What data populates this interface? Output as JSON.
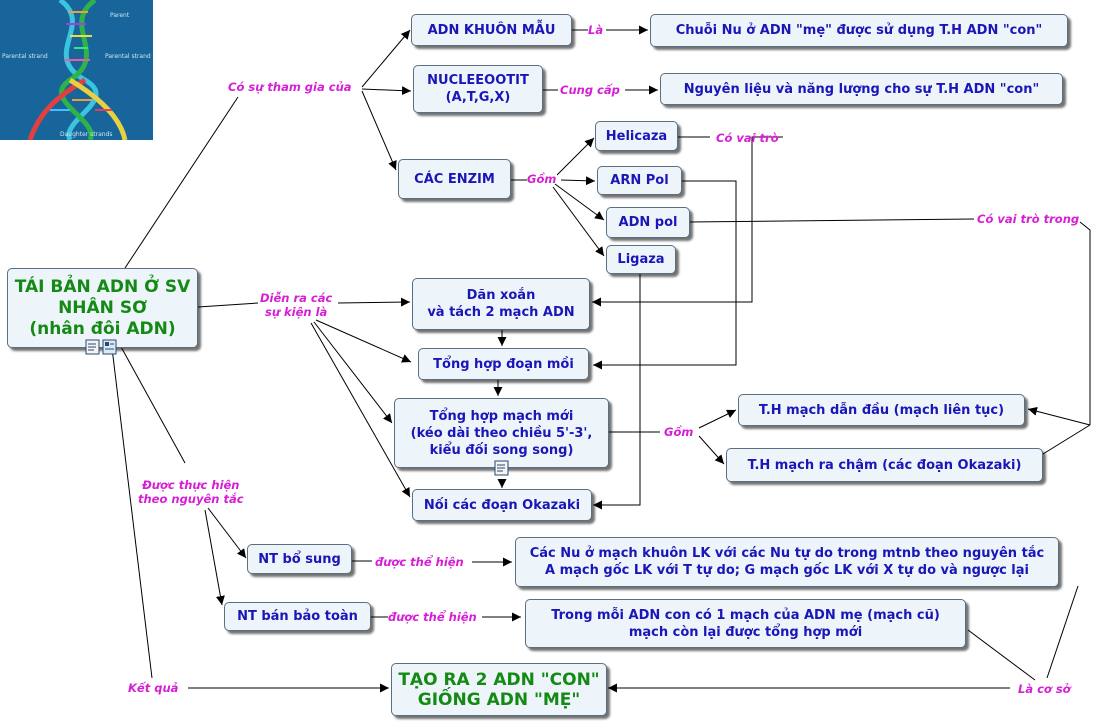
{
  "nodes": {
    "root": "TÁI BẢN ADN Ở SV\nNHÂN SƠ\n(nhân đôi ADN)",
    "template": "ADN KHUÔN MẪU",
    "template_def": "Chuỗi Nu ở ADN \"mẹ\" được sử dụng T.H ADN \"con\"",
    "nucleotide": "NUCLEEOOTIT\n(A,T,G,X)",
    "nucleotide_def": "Nguyên liệu và năng lượng cho sự T.H ADN \"con\"",
    "enzymes": "CÁC ENZIM",
    "helicase": "Helicaza",
    "rna_pol": "ARN Pol",
    "dna_pol": "ADN pol",
    "ligase": "Ligaza",
    "unwind": "Dãn xoắn\nvà tách 2 mạch ADN",
    "primer": "Tổng hợp đoạn mồi",
    "new_strand": "Tổng hợp mạch mới\n(kéo dài theo chiều 5'-3',\nkiểu đối song song)",
    "okazaki_join": "Nối các đoạn Okazaki",
    "leading": "T.H mạch dẫn đầu (mạch liên tục)",
    "lagging": "T.H mạch ra chậm (các đoạn Okazaki)",
    "complementary": "NT bổ sung",
    "complementary_def": "Các Nu ở mạch khuôn LK với các Nu tự do trong mtnb theo nguyên tắc\nA mạch gốc LK với T tự do; G mạch gốc LK với X tự do và ngược lại",
    "semiconservative": "NT bán bảo toàn",
    "semiconservative_def": "Trong mỗi ADN con có 1 mạch của ADN mẹ (mạch cũ)\nmạch còn lại được tổng hợp mới",
    "result": "TẠO RA 2 ADN \"CON\"\nGIỐNG  ADN \"MẸ\""
  },
  "labels": {
    "participation": "Có sự tham gia của",
    "is": "Là",
    "provides": "Cung cấp",
    "role": "Có vai trò",
    "includes": "Gồm",
    "role_in": "Có vai trò trong",
    "events": "Diễn ra các\nsự kiện là",
    "includes2": "Gồm",
    "principle": "Được thực hiện\ntheo nguyên tắc",
    "shown1": "được thể hiện",
    "shown2": "được thể hiện",
    "result_label": "Kết quả",
    "basis": "Là cơ sở"
  },
  "image": {
    "dna_texts": [
      "Parent",
      "Parental strand",
      "Parental strand",
      "Daughter strands"
    ]
  },
  "colors": {
    "node_text": "#1a16b8",
    "root_text": "#148a14",
    "label": "#d61ed6",
    "node_fill": "#eef5fa",
    "dna_bg": "#17659a"
  }
}
